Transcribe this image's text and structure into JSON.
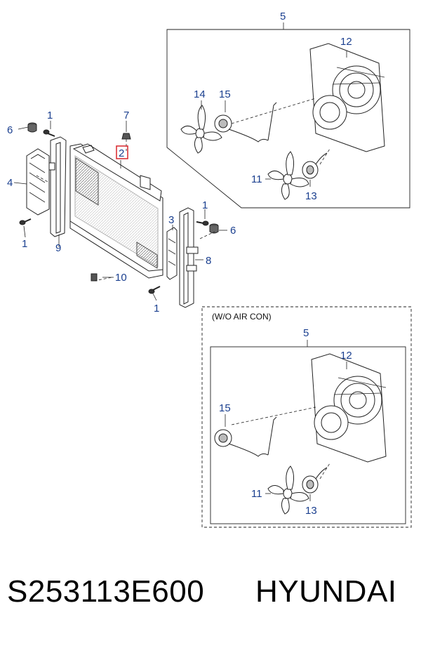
{
  "callouts": {
    "c1_top": "1",
    "c6_top": "6",
    "c7": "7",
    "c2": "2",
    "c4": "4",
    "c1_left": "1",
    "c9": "9",
    "c1_right": "1",
    "c6_right": "6",
    "c3": "3",
    "c8": "8",
    "c10": "10",
    "c1_bottom": "1",
    "c5_top": "5",
    "c12_top": "12",
    "c14": "14",
    "c15_top": "15",
    "c11_top": "11",
    "c13_top": "13",
    "c5_bottom": "5",
    "c12_bottom": "12",
    "c15_bottom": "15",
    "c11_bottom": "11",
    "c13_bottom": "13"
  },
  "variant_label": "(W/O AIR CON)",
  "footer": {
    "part_number": "S253113E600",
    "brand": "HYUNDAI"
  },
  "colors": {
    "callout": "#1a3f8f",
    "highlight": "#d9262c",
    "line": "#222222"
  }
}
